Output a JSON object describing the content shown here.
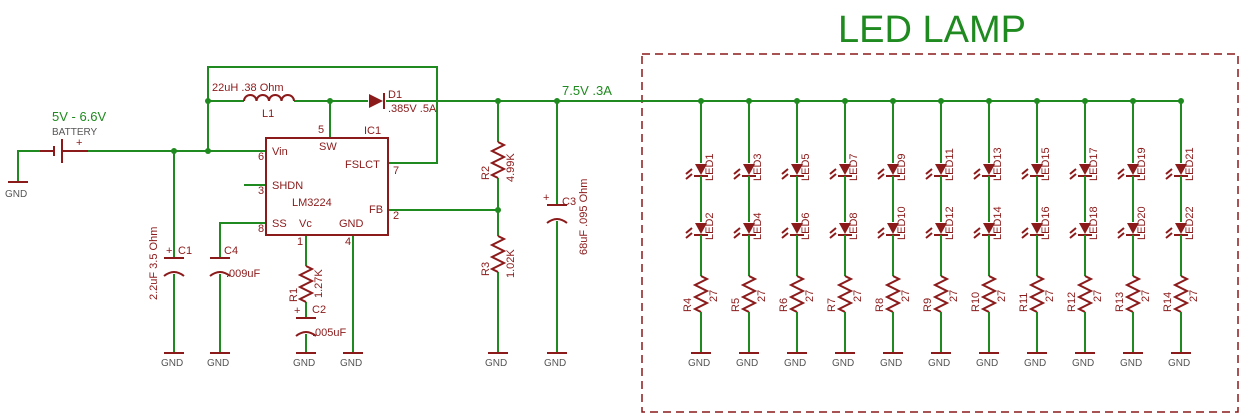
{
  "title": "LED LAMP",
  "supply": {
    "voltage": "5V - 6.6V",
    "name": "BATTERY",
    "plus": "+"
  },
  "output_label": "7.5V  .3A",
  "gnd": "GND",
  "ic": {
    "ref": "IC1",
    "name": "LM3224",
    "pins": {
      "vin": "Vin",
      "sw": "SW",
      "fslct": "FSLCT",
      "shdn": "SHDN",
      "fb": "FB",
      "ss": "SS",
      "vc": "Vc",
      "gnd": "GND"
    },
    "pin_numbers": {
      "vin": "6",
      "sw": "5",
      "fslct": "7",
      "shdn": "3",
      "fb": "2",
      "ss": "8",
      "vc": "1",
      "gnd": "4"
    }
  },
  "inductor": {
    "ref": "L1",
    "value": "22uH .38 Ohm"
  },
  "diode": {
    "ref": "D1",
    "value": ".385V .5A"
  },
  "caps": {
    "c1": {
      "ref": "C1",
      "value": "2.2uF 3.5 Ohm"
    },
    "c2": {
      "ref": "C2",
      "value": ".005uF"
    },
    "c3": {
      "ref": "C3",
      "value": "68uF .095 Ohm"
    },
    "c4": {
      "ref": "C4",
      "value": ".009uF"
    }
  },
  "resistors": {
    "r1": {
      "ref": "R1",
      "value": "1.27K"
    },
    "r2": {
      "ref": "R2",
      "value": "4.99K"
    },
    "r3": {
      "ref": "R3",
      "value": "1.02K"
    }
  },
  "led_strings": [
    {
      "top": "LED1",
      "bottom": "LED2",
      "res": "R4",
      "value": "27"
    },
    {
      "top": "LED3",
      "bottom": "LED4",
      "res": "R5",
      "value": "27"
    },
    {
      "top": "LED5",
      "bottom": "LED6",
      "res": "R6",
      "value": "27"
    },
    {
      "top": "LED7",
      "bottom": "LED8",
      "res": "R7",
      "value": "27"
    },
    {
      "top": "LED9",
      "bottom": "LED10",
      "res": "R8",
      "value": "27"
    },
    {
      "top": "LED11",
      "bottom": "LED12",
      "res": "R9",
      "value": "27"
    },
    {
      "top": "LED13",
      "bottom": "LED14",
      "res": "R10",
      "value": "27"
    },
    {
      "top": "LED15",
      "bottom": "LED16",
      "res": "R11",
      "value": "27"
    },
    {
      "top": "LED17",
      "bottom": "LED18",
      "res": "R12",
      "value": "27"
    },
    {
      "top": "LED19",
      "bottom": "LED20",
      "res": "R13",
      "value": "27"
    },
    {
      "top": "LED21",
      "bottom": "LED22",
      "res": "R14",
      "value": "27"
    }
  ],
  "colors": {
    "wire": "#1f8a1f",
    "component": "#8b1a1a",
    "title": "#1f8a1f",
    "frame": "#8b1a1a"
  }
}
